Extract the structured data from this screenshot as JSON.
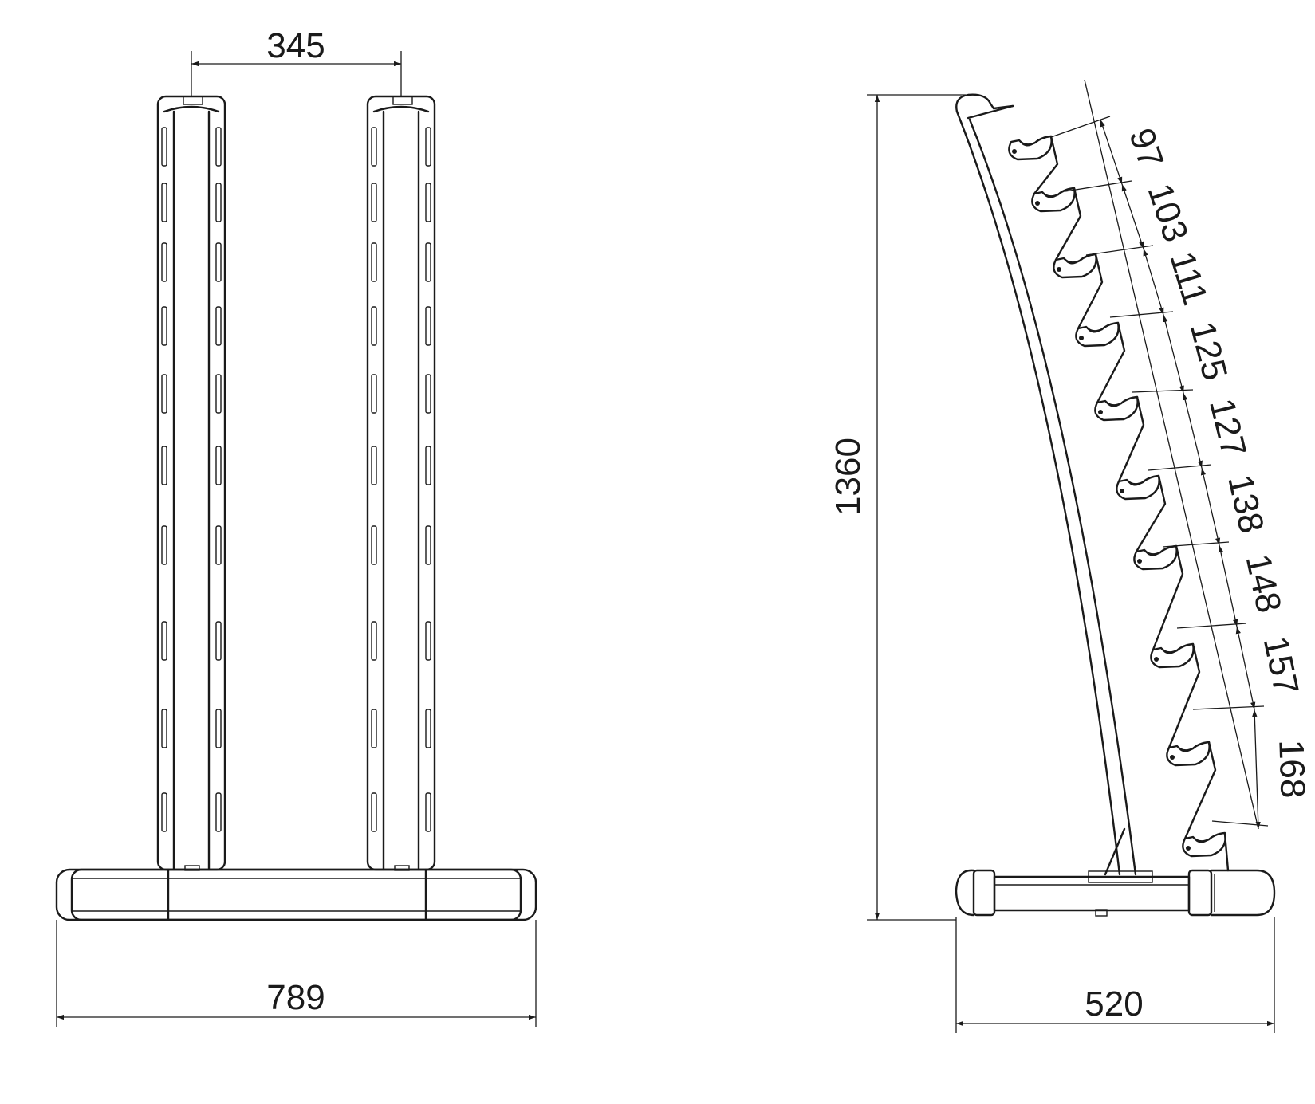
{
  "front_view": {
    "post_spacing": "345",
    "base_width": "789"
  },
  "side_view": {
    "height": "1360",
    "base_depth": "520",
    "tier_spacings": [
      "97",
      "103",
      "111",
      "125",
      "127",
      "138",
      "148",
      "157",
      "168"
    ]
  }
}
